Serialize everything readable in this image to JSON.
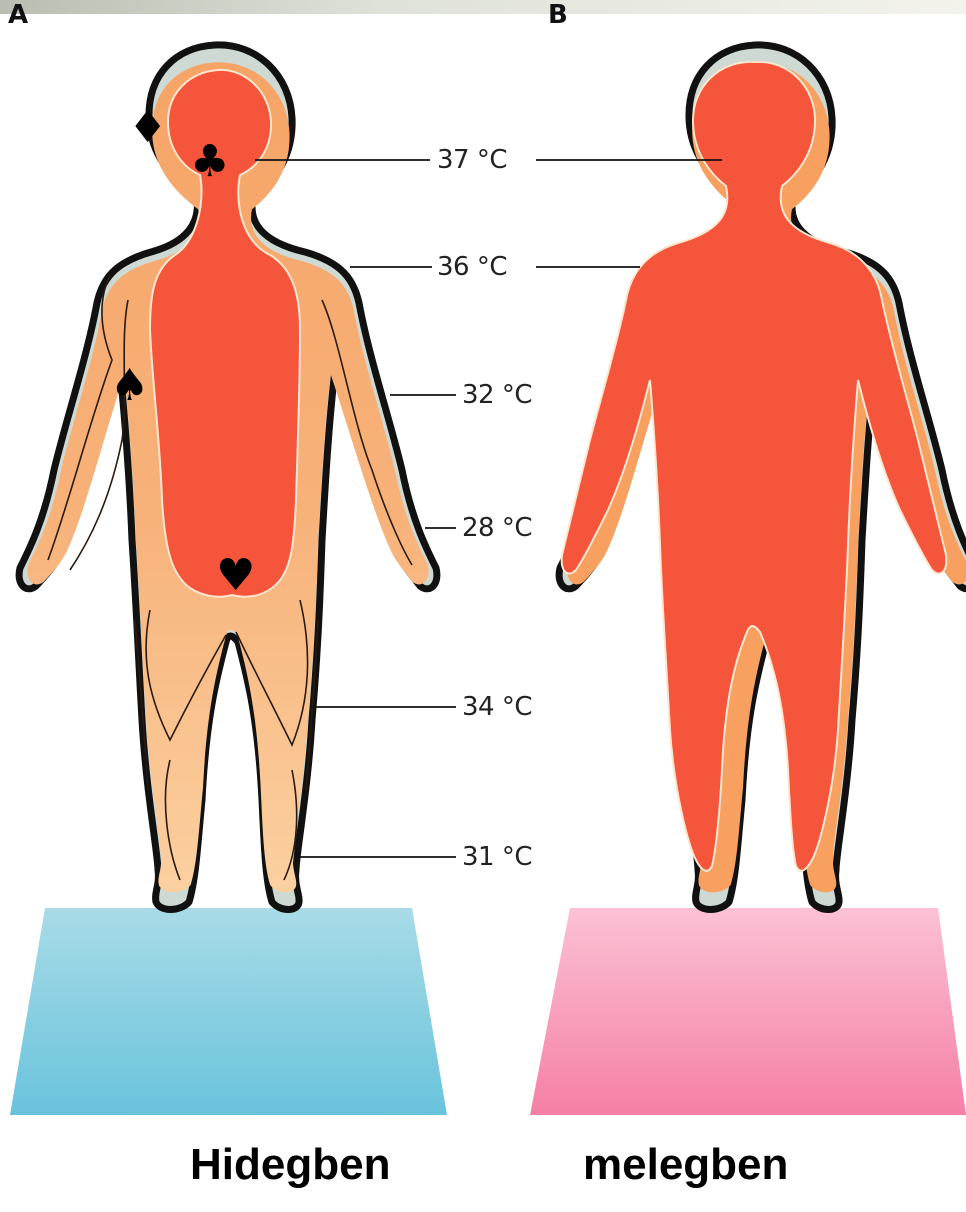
{
  "panels": {
    "a": {
      "letter": "A",
      "caption": "Hidegben"
    },
    "b": {
      "letter": "B",
      "caption": "melegben"
    }
  },
  "isotherms": [
    {
      "label": "37 °C"
    },
    {
      "label": "36 °C"
    },
    {
      "label": "32 °C"
    },
    {
      "label": "28 °C"
    },
    {
      "label": "34 °C"
    },
    {
      "label": "31 °C"
    }
  ],
  "markers": {
    "diamond": "♦",
    "club": "♣",
    "spade": "♠",
    "heart": "♥"
  },
  "colors": {
    "core": "#f4553b",
    "shell_cold": "#f7a865",
    "shell_light": "#fbd1a2",
    "outline": "#111111",
    "halo": "#c9d6cf",
    "floor_cold": "#7fcde0",
    "floor_warm": "#f58db0"
  }
}
